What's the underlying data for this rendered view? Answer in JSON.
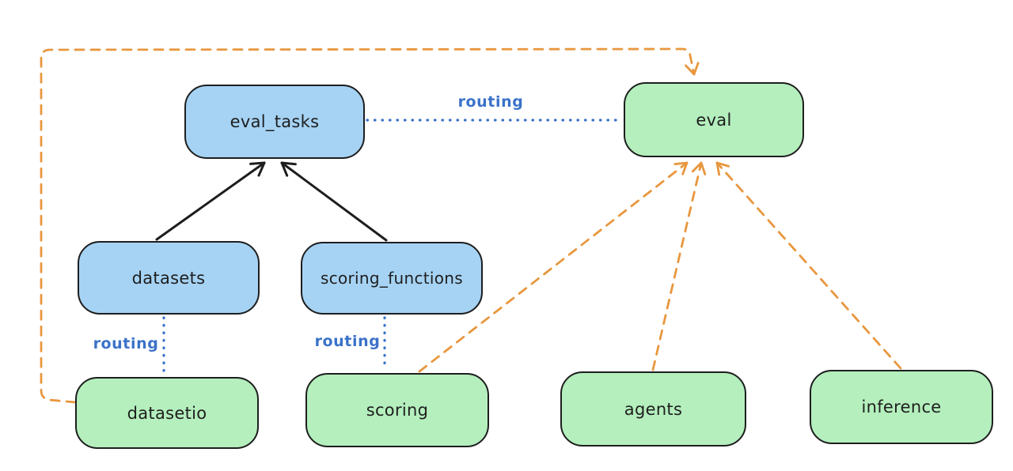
{
  "diagram": {
    "nodes": [
      {
        "id": "eval_tasks",
        "label": "eval_tasks",
        "color": "blue"
      },
      {
        "id": "eval",
        "label": "eval",
        "color": "green"
      },
      {
        "id": "datasets",
        "label": "datasets",
        "color": "blue"
      },
      {
        "id": "scoring_functions",
        "label": "scoring_functions",
        "color": "blue"
      },
      {
        "id": "datasetio",
        "label": "datasetio",
        "color": "green"
      },
      {
        "id": "scoring",
        "label": "scoring",
        "color": "green"
      },
      {
        "id": "agents",
        "label": "agents",
        "color": "green"
      },
      {
        "id": "inference",
        "label": "inference",
        "color": "green"
      }
    ],
    "edges": [
      {
        "from": "eval_tasks",
        "to": "eval",
        "style": "dotted-blue",
        "label": "routing"
      },
      {
        "from": "datasets",
        "to": "eval_tasks",
        "style": "solid-black-arrow",
        "label": ""
      },
      {
        "from": "scoring_functions",
        "to": "eval_tasks",
        "style": "solid-black-arrow",
        "label": ""
      },
      {
        "from": "datasets",
        "to": "datasetio",
        "style": "dotted-blue",
        "label": "routing"
      },
      {
        "from": "scoring_functions",
        "to": "scoring",
        "style": "dotted-blue",
        "label": "routing"
      },
      {
        "from": "datasetio",
        "to": "eval",
        "style": "dashed-orange-arrow",
        "label": ""
      },
      {
        "from": "scoring",
        "to": "eval",
        "style": "dashed-orange-arrow",
        "label": ""
      },
      {
        "from": "agents",
        "to": "eval",
        "style": "dashed-orange-arrow",
        "label": ""
      },
      {
        "from": "inference",
        "to": "eval",
        "style": "dashed-orange-arrow",
        "label": ""
      }
    ],
    "routing_labels": [
      {
        "text": "routing"
      },
      {
        "text": "routing"
      },
      {
        "text": "routing"
      }
    ],
    "colors": {
      "node_blue_fill": "#a6d3f4",
      "node_green_fill": "#b4efbd",
      "node_stroke": "#1e1e1e",
      "arrow_black": "#1e1e1e",
      "arrow_orange": "#e8973f",
      "routing_blue": "#3b72c9",
      "background": "#ffffff"
    }
  }
}
